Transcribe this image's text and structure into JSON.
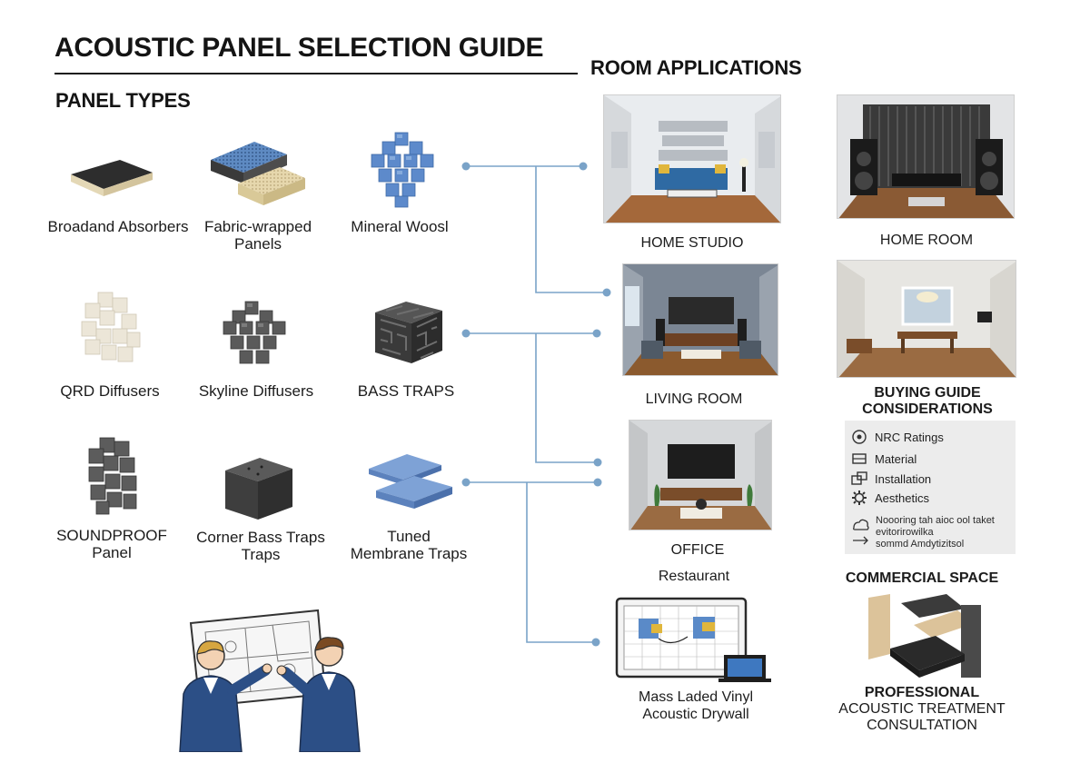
{
  "title": "ACOUSTIC PANEL SELECTION GUIDE",
  "panel_types": {
    "heading": "PANEL TYPES",
    "items": [
      {
        "label_lines": [
          "Broadand Absorbers"
        ]
      },
      {
        "label_lines": [
          "Fabric-wrapped",
          "Panels"
        ]
      },
      {
        "label_lines": [
          "Mineral Woosl"
        ]
      },
      {
        "label_lines": [
          "QRD Diffusers"
        ]
      },
      {
        "label_lines": [
          "Skyline Diffusers"
        ]
      },
      {
        "label_lines": [
          "BASS TRAPS"
        ]
      },
      {
        "label_lines": [
          "SOUNDPROOF",
          "Panel"
        ]
      },
      {
        "label_lines": [
          "Corner Bass Traps",
          "Traps"
        ]
      },
      {
        "label_lines": [
          "Tuned",
          "Membrane Traps"
        ]
      }
    ]
  },
  "room_applications": {
    "heading": "ROOM APPLICATIONS",
    "home_studio": "HOME STUDIO",
    "home_room": "HOME ROOM",
    "living_room": "LIVING ROOM",
    "office": "OFFICE",
    "restaurant": "Restaurant",
    "mass_loaded_lines": [
      "Mass Laded Vinyl",
      "Acoustic Drywall"
    ],
    "commercial_space": "COMMERCIAL SPACE",
    "professional_lines": [
      "PROFESSIONAL",
      "ACOUSTIC TREATMENT",
      "CONSULTATION"
    ]
  },
  "buying_guide": {
    "heading_lines": [
      "BUYING GUIDE",
      "CONSIDERATIONS"
    ],
    "items": [
      "NRC Ratings",
      "Material",
      "Installation",
      "Aesthetics"
    ],
    "note_lines": [
      "Noooring tah aioc ool taket",
      "evitorirowilka",
      "sommd Amdytizitsol"
    ]
  },
  "colors": {
    "connector": "#7aa3c8",
    "panel_blue": "#6c95cc",
    "dark_panel": "#4a4a4a",
    "box_bg": "#ececec",
    "suit": "#2c4f86"
  }
}
